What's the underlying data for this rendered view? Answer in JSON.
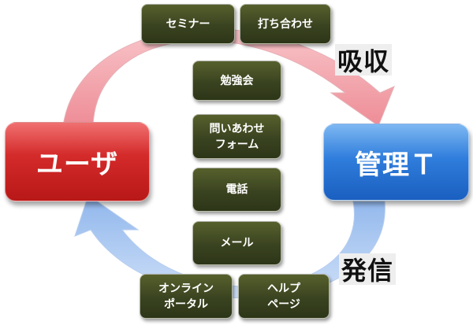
{
  "actors": {
    "user": "ユーザ",
    "admin": "管理Ｔ"
  },
  "flows": {
    "absorb": "吸収",
    "transmit": "発信"
  },
  "channels": {
    "seminar": "セミナー",
    "meeting": "打ち合わせ",
    "study_group": "勉強会",
    "inquiry_form": "問いあわせ\nフォーム",
    "phone": "電話",
    "email": "メール",
    "online_portal": "オンライン\nポータル",
    "help_page": "ヘルプ\nページ"
  },
  "colors": {
    "user_red": "#d42a2a",
    "admin_blue": "#2f7ddc",
    "channel_olive": "#3a4320",
    "absorb_arrow_pink": "#f6a0a8",
    "transmit_arrow_blue": "#aac8f0"
  }
}
